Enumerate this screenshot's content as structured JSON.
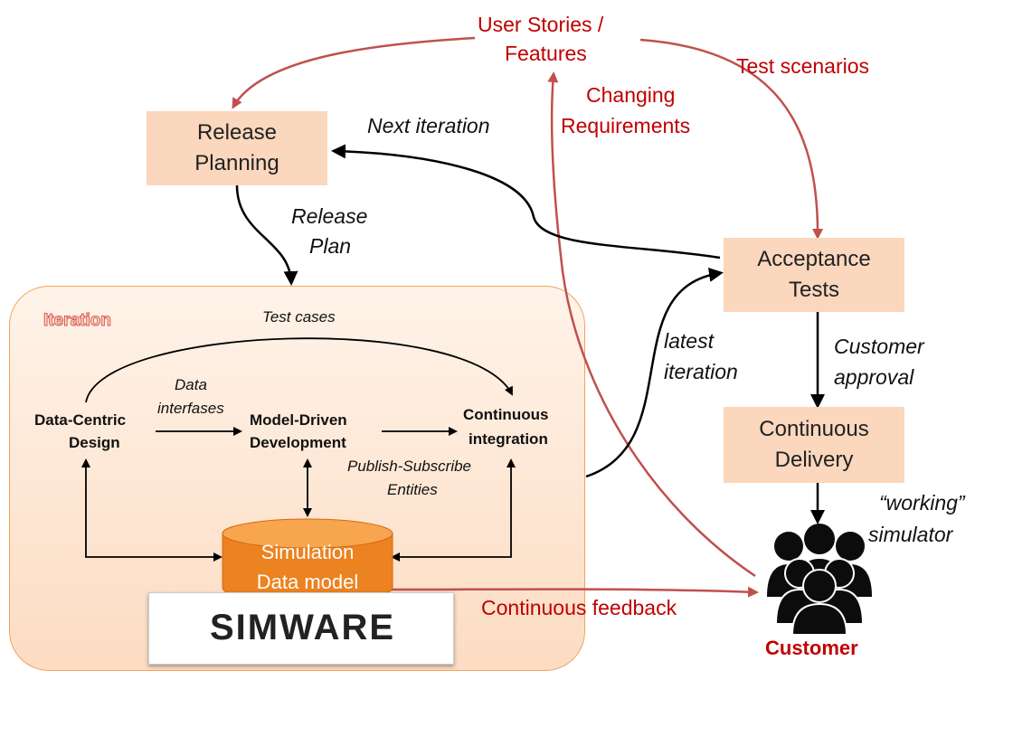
{
  "labels": {
    "user_stories_line1": "User Stories /",
    "user_stories_line2": "Features",
    "test_scenarios": "Test scenarios",
    "changing_req_line1": "Changing",
    "changing_req_line2": "Requirements",
    "next_iteration": "Next iteration",
    "release_plan_line1": "Release",
    "release_plan_line2": "Plan",
    "latest_iteration_line1": "latest",
    "latest_iteration_line2": "iteration",
    "customer_approval_line1": "Customer",
    "customer_approval_line2": "approval",
    "working_simulator_line1": "“working”",
    "working_simulator_line2": "simulator",
    "continuous_feedback": "Continuous feedback",
    "customer": "Customer"
  },
  "boxes": {
    "release_planning_line1": "Release",
    "release_planning_line2": "Planning",
    "acceptance_tests_line1": "Acceptance",
    "acceptance_tests_line2": "Tests",
    "continuous_delivery_line1": "Continuous",
    "continuous_delivery_line2": "Delivery"
  },
  "iteration": {
    "title": "Iteration",
    "test_cases": "Test cases",
    "data_interfaces_line1": "Data",
    "data_interfaces_line2": "interfases",
    "data_centric_line1": "Data-Centric",
    "data_centric_line2": "Design",
    "model_driven_line1": "Model-Driven",
    "model_driven_line2": "Development",
    "continuous_integration_line1": "Continuous",
    "continuous_integration_line2": "integration",
    "pubsub_line1": "Publish-Subscribe",
    "pubsub_line2": "Entities",
    "simulation_line1": "Simulation",
    "simulation_line2": "Data model",
    "logo_text": "SIMWARE"
  },
  "colors": {
    "red": "#c00000",
    "box_fill": "#fad7bd",
    "cylinder": "#f28a1e",
    "arrow_red": "#c0504d"
  }
}
